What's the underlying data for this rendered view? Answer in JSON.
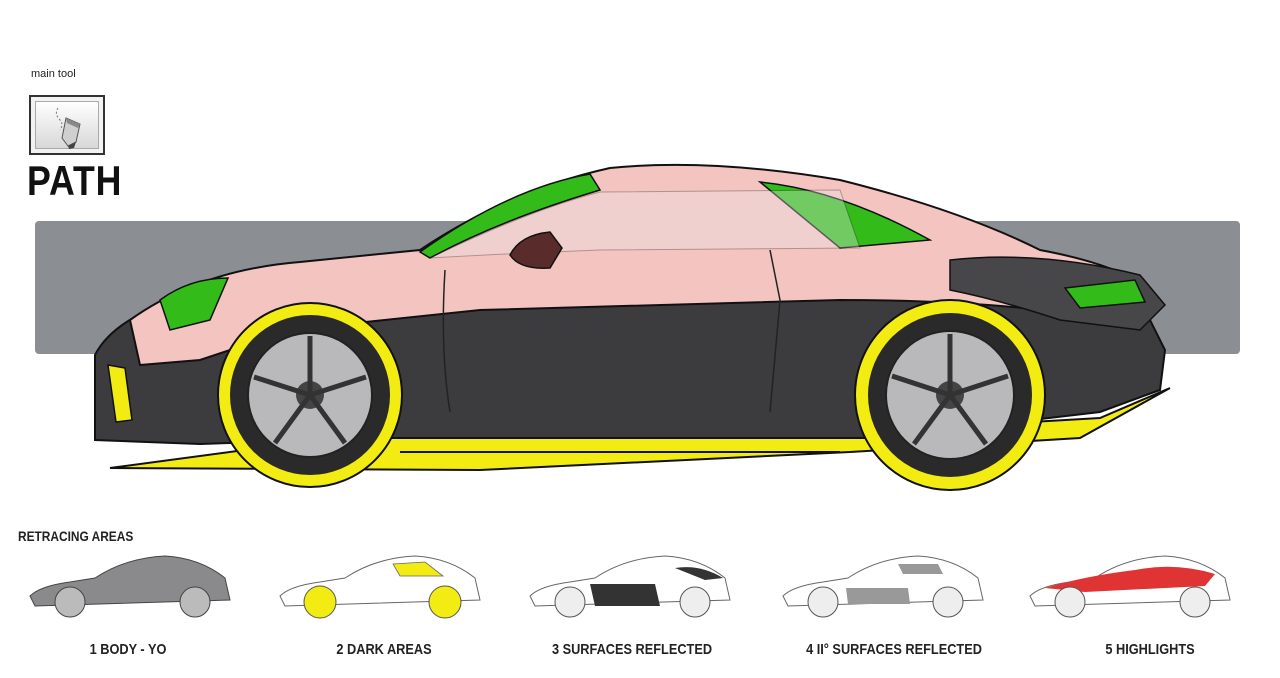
{
  "tool": {
    "caption": "main tool",
    "icon": "pen-tool-icon",
    "title": "PATH"
  },
  "section": {
    "title": "RETRACING AREAS"
  },
  "steps": [
    {
      "label": "1 BODY - YO"
    },
    {
      "label": "2 DARK AREAS"
    },
    {
      "label": "3 SURFACES REFLECTED"
    },
    {
      "label": "4 II° SURFACES REFLECTED"
    },
    {
      "label": "5 HIGHLIGHTS"
    }
  ],
  "colors": {
    "band": "#8b8e93",
    "body_pink": "#f4c4c0",
    "dark": "#3a3a3c",
    "green": "#33bb1a",
    "yellow": "#f2ec12",
    "highlight_red": "#e03333"
  }
}
